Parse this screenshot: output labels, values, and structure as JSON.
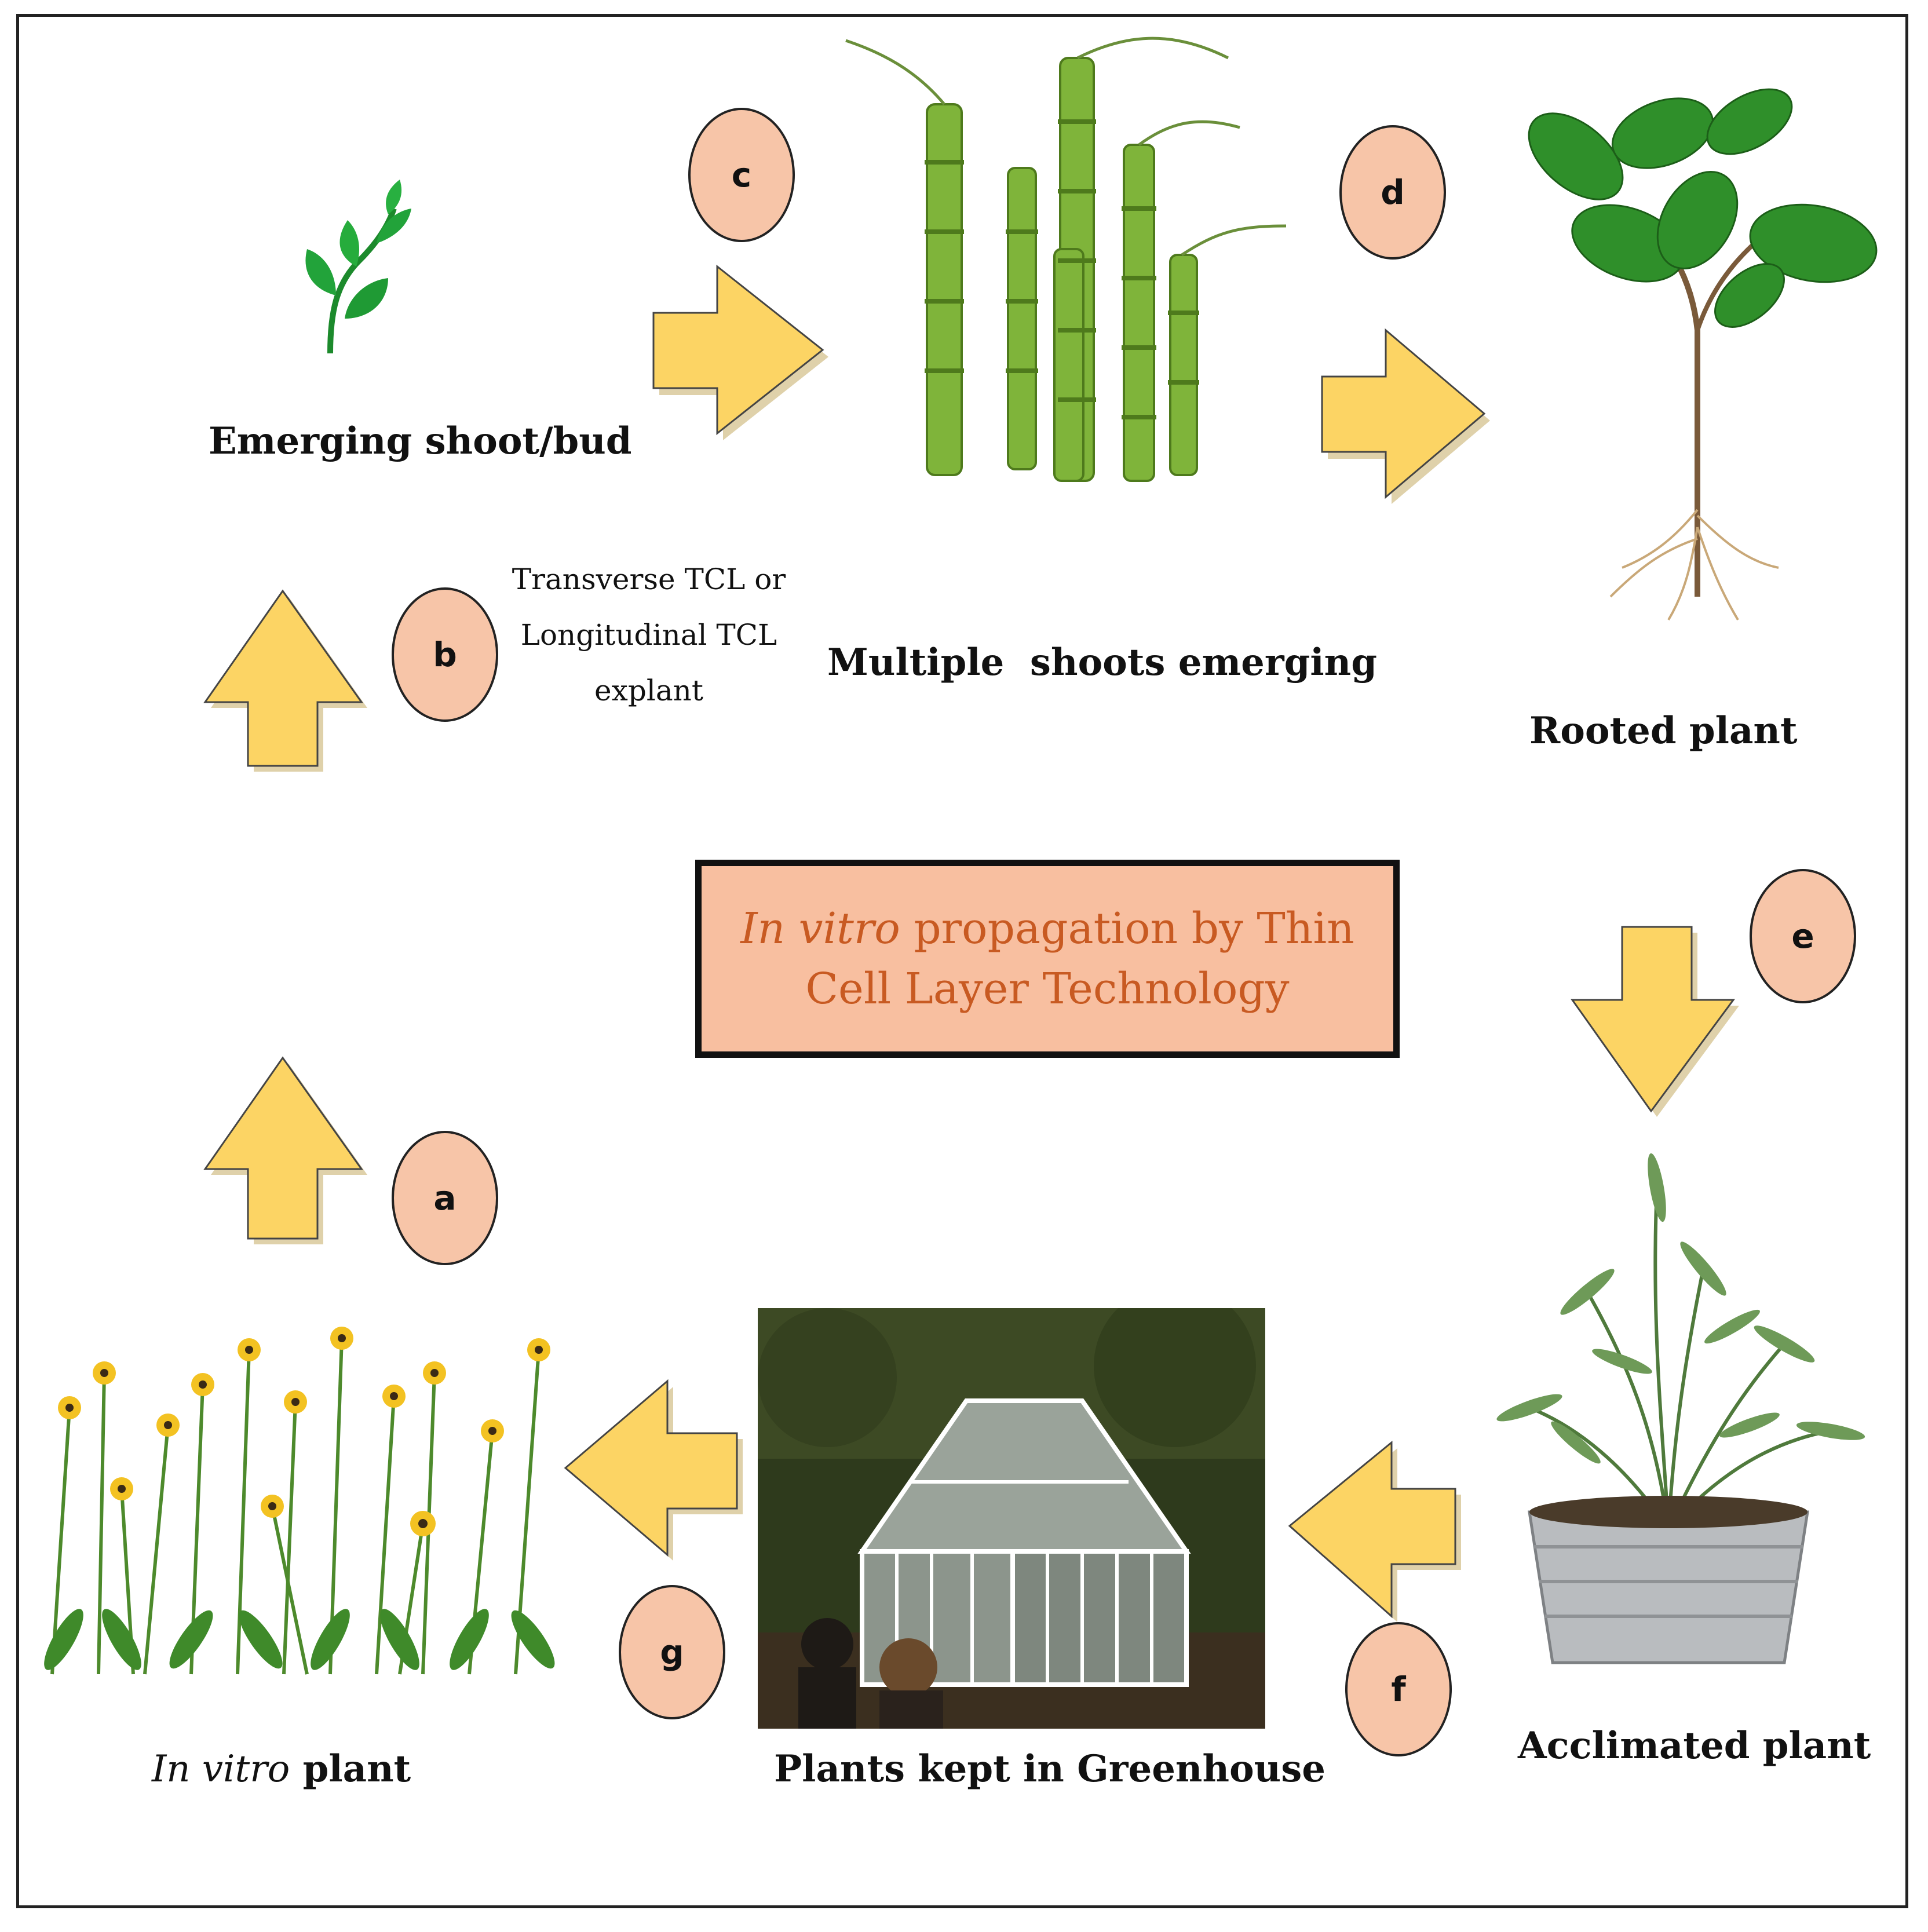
{
  "title": {
    "italic": "In vitro",
    "line1_rest": "propagation by Thin",
    "line2": "Cell Layer Technology"
  },
  "stages": {
    "emerging": "Emerging shoot/bud",
    "multiple": "Multiple  shoots emerging",
    "rooted": "Rooted plant",
    "acclimated": "Acclimated plant",
    "greenhouse": "Plants kept in Greenhouse",
    "invitro_italic": "In vitro",
    "invitro_rest": "plant"
  },
  "explant_note": {
    "line1": "Transverse TCL or",
    "line2": "Longitudinal TCL",
    "line3": "explant"
  },
  "steps": [
    "a",
    "b",
    "c",
    "d",
    "e",
    "f",
    "g"
  ],
  "colors": {
    "arrow_fill": "#fcd464",
    "badge_fill": "#f7c5a8",
    "title_box_fill": "#f8bfa0",
    "title_text": "#c85a22"
  },
  "icons": {
    "emerging": "sprout-icon",
    "multiple": "bamboo-shoots-image",
    "rooted": "rooted-plant-image",
    "acclimated": "potted-rosemary-image",
    "greenhouse": "greenhouse-photo",
    "invitro": "yellow-flowers-image"
  }
}
